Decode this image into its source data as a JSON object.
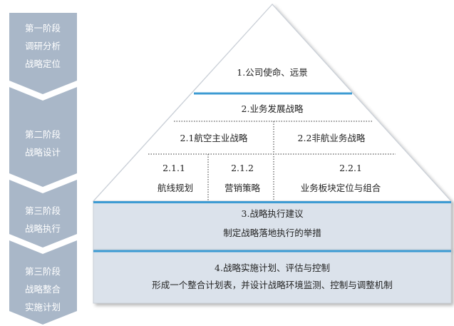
{
  "stages": [
    {
      "lines": [
        "第一阶段",
        "调研分析",
        "战略定位"
      ]
    },
    {
      "lines": [
        "第二阶段",
        "战略设计"
      ]
    },
    {
      "lines": [
        "第三阶段",
        "战略执行"
      ]
    },
    {
      "lines": [
        "第三阶段",
        "战略整合",
        "实施计划"
      ]
    }
  ],
  "pyramid": {
    "top": "1.公司使命、远景",
    "business_strategy": "2.业务发展战略",
    "aviation_main": "2.1航空主业战略",
    "non_aviation": "2.2非航业务战略",
    "sub_211": {
      "num": "2.1.1",
      "label": "航线规划"
    },
    "sub_212": {
      "num": "2.1.2",
      "label": "营销策略"
    },
    "sub_221": {
      "num": "2.2.1",
      "label": "业务板块定位与组合"
    }
  },
  "execution": {
    "title": "3.战略执行建议",
    "desc": "制定战略落地执行的举措"
  },
  "implementation": {
    "title": "4.战略实施计划、评估与控制",
    "desc": "形成一个整合计划表，并设计战略环境监测、控制与调整机制"
  },
  "colors": {
    "chevron": "#a9b7c8",
    "band": "#dbe2eb",
    "accent_line": "#3d9bd3",
    "outline": "#c8ced6"
  }
}
